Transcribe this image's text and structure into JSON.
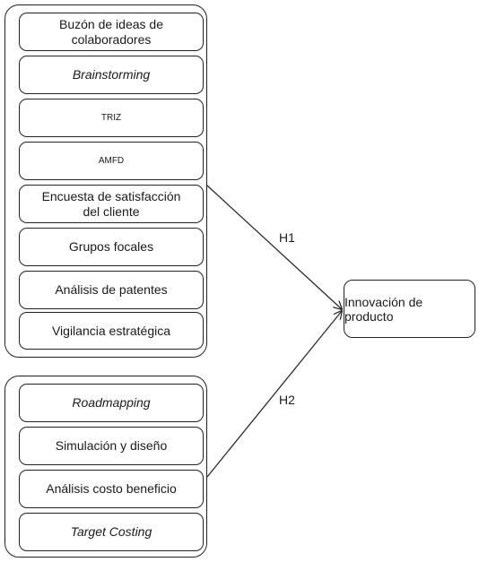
{
  "group1": {
    "items": [
      {
        "label": "Buzón de ideas de colaboradores",
        "style": "normal"
      },
      {
        "label": "Brainstorming",
        "style": "italic"
      },
      {
        "label": "TRIZ",
        "style": "small"
      },
      {
        "label": "AMFD",
        "style": "small"
      },
      {
        "label": "Encuesta de satisfacción del cliente",
        "style": "normal"
      },
      {
        "label": "Grupos focales",
        "style": "normal"
      },
      {
        "label": "Análisis de patentes",
        "style": "normal"
      },
      {
        "label": "Vigilancia estratégica",
        "style": "normal"
      }
    ]
  },
  "group2": {
    "items": [
      {
        "label": "Roadmapping",
        "style": "italic"
      },
      {
        "label": "Simulación y diseño",
        "style": "normal"
      },
      {
        "label": "Análisis costo beneficio",
        "style": "normal"
      },
      {
        "label": "Target Costing",
        "style": "italic"
      }
    ]
  },
  "target": {
    "label": "Innovación de producto"
  },
  "hypotheses": {
    "h1": "H1",
    "h2": "H2"
  }
}
